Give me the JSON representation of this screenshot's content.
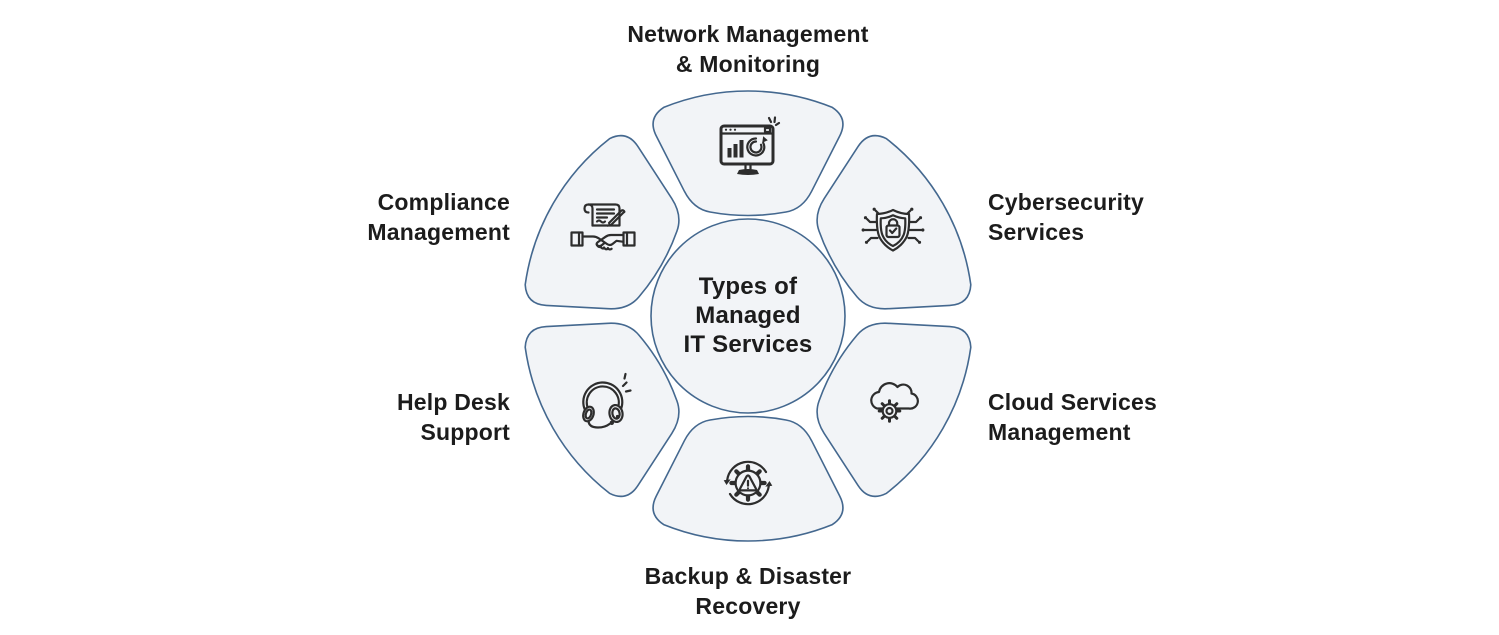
{
  "title": "Types of Managed IT Services",
  "center": {
    "lines": [
      "Types of",
      "Managed",
      "IT Services"
    ]
  },
  "segments": [
    {
      "id": "network",
      "icon": "monitor-analytics-icon",
      "label_lines": [
        "Network Management",
        "& Monitoring"
      ]
    },
    {
      "id": "cybersecurity",
      "icon": "shield-circuit-icon",
      "label_lines": [
        "Cybersecurity",
        "Services"
      ]
    },
    {
      "id": "cloud",
      "icon": "cloud-gear-icon",
      "label_lines": [
        "Cloud Services",
        "Management"
      ]
    },
    {
      "id": "backup",
      "icon": "gear-warning-recovery-icon",
      "label_lines": [
        "Backup & Disaster",
        "Recovery"
      ]
    },
    {
      "id": "helpdesk",
      "icon": "headset-icon",
      "label_lines": [
        "Help Desk",
        "Support"
      ]
    },
    {
      "id": "compliance",
      "icon": "document-handshake-icon",
      "label_lines": [
        "Compliance",
        "Management"
      ]
    }
  ],
  "colors": {
    "background": "#ffffff",
    "petal_fill": "#f2f4f7",
    "petal_stroke": "#44688f",
    "icon_stroke": "#2d2d2d",
    "text": "#1c1c1c"
  }
}
